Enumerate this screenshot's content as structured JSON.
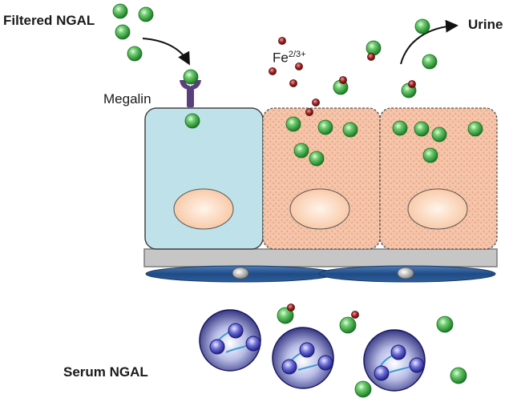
{
  "labels": {
    "filtered_ngal": "Filtered NGAL",
    "urine": "Urine",
    "megalin": "Megalin",
    "iron_base": "Fe",
    "iron_sup": "2/3+",
    "serum_ngal": "Serum NGAL"
  },
  "colors": {
    "ngal_green": "#2e9e3a",
    "iron_red": "#8a1a1a",
    "megalin_purple": "#5a3f7d",
    "cell_blue": "#bfe2ea",
    "cell_peach": "#f6c7ad",
    "nucleus": "#fbd2b0",
    "membrane_gray": "#c6c6c6",
    "vessel_blue": "#2c5588",
    "serum_navy": "#26267a"
  },
  "icons": {
    "ngal": "green-sphere-icon",
    "iron": "red-iron-dot-icon",
    "megalin": "megalin-receptor-icon",
    "serum_complex": "serum-ngal-complex-icon"
  }
}
